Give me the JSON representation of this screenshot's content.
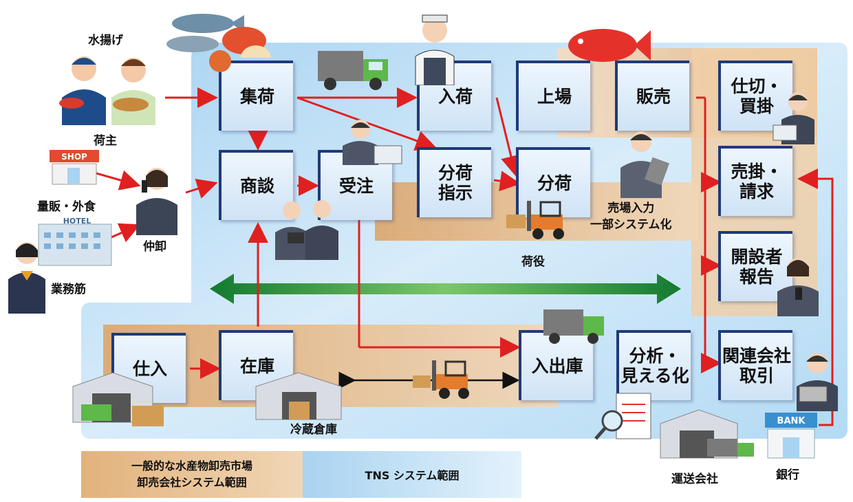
{
  "boxes": {
    "shuka": "集荷",
    "shodan": "商談",
    "juchu": "受注",
    "nyuka": "入荷",
    "bunka_shiji": "分荷\n指示",
    "joba": "上場",
    "bunka": "分荷",
    "hanbai": "販売",
    "shikiri": "仕切・\n買掛",
    "urikake": "売掛・\n請求",
    "kaisetsusha": "開設者\n報告",
    "kanren": "関連会社\n取引",
    "shiire": "仕入",
    "zaiko": "在庫",
    "nyushukko": "入出庫",
    "bunseki": "分析・\n見える化"
  },
  "labels": {
    "mizuage": "水揚げ",
    "ninushi": "荷主",
    "ryohan": "量販・外食",
    "gyomusuji": "業務筋",
    "nakaoroshi": "仲卸",
    "uriba": "売場入力\n一部システム化",
    "niyaku": "荷役",
    "reizo": "冷蔵倉庫",
    "unso": "運送会社",
    "ginko": "銀行"
  },
  "signs": {
    "shop": "SHOP",
    "hotel": "HOTEL",
    "bank": "BANK"
  },
  "legend": {
    "market": "一般的な水産物卸売市場\n卸売会社システム範囲",
    "tns": "TNS システム範囲"
  },
  "colors": {
    "tns_blue": "#aed6f1",
    "market_orange": "#e2b27c",
    "arrow_red": "#e02020",
    "arrow_green": "#1e8a3a",
    "box_border": "#1f3a7a"
  }
}
